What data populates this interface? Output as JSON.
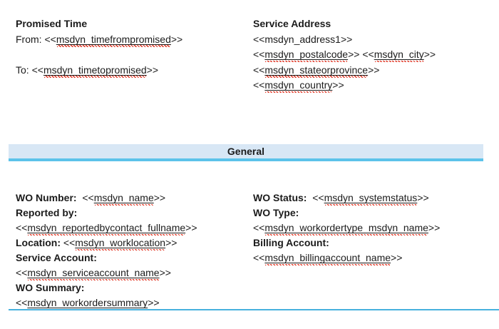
{
  "page": {
    "background": "#ffffff",
    "text_color": "#1b1b1b"
  },
  "colors": {
    "banner_bg": "#d8e7f5",
    "banner_border": "#5cc3ea",
    "divider": "#47b1de",
    "squiggle": "#e0301e"
  },
  "banner": {
    "label": "General"
  },
  "sections": {
    "top_left": {
      "title": "Promised Time",
      "lines": [
        [
          {
            "t": "Promised Time",
            "b": true
          }
        ],
        [
          {
            "t": "From: "
          },
          {
            "t": "<<"
          },
          {
            "t": "msdyn_timefrompromised",
            "u": true,
            "sq": true
          },
          {
            "t": ">>"
          }
        ],
        [],
        [
          {
            "t": "To: "
          },
          {
            "t": "<<"
          },
          {
            "t": "msdyn_timetopromised",
            "u": true,
            "sq": true
          },
          {
            "t": ">>"
          }
        ]
      ]
    },
    "top_right": {
      "title": "Service Address",
      "lines": [
        [
          {
            "t": "Service Address",
            "b": true
          }
        ],
        [
          {
            "t": "<<msdyn_address1>>"
          }
        ],
        [
          {
            "t": "<<"
          },
          {
            "t": "msdyn_postalcode",
            "u": true,
            "sq": true
          },
          {
            "t": ">> <<"
          },
          {
            "t": "msdyn_city",
            "u": true,
            "sq": true
          },
          {
            "t": ">>"
          }
        ],
        [
          {
            "t": "<<"
          },
          {
            "t": "msdyn_stateorprovince",
            "u": true,
            "sq": true
          },
          {
            "t": ">>"
          }
        ],
        [
          {
            "t": "<<"
          },
          {
            "t": "msdyn_country",
            "u": true,
            "sq": true
          },
          {
            "t": ">>"
          }
        ]
      ]
    },
    "general_left": {
      "lines": [
        [
          {
            "t": "WO Number:",
            "b": true
          },
          {
            "t": "  <<"
          },
          {
            "t": "msdyn_name",
            "u": true,
            "sq": true
          },
          {
            "t": ">>"
          }
        ],
        [
          {
            "t": "Reported by:",
            "b": true
          }
        ],
        [
          {
            "t": "<<"
          },
          {
            "t": "msdyn_reportedbycontact_fullname",
            "u": true,
            "sq": true
          },
          {
            "t": ">>"
          }
        ],
        [
          {
            "t": "Location:",
            "b": true
          },
          {
            "t": " <<"
          },
          {
            "t": "msdyn_worklocation",
            "u": true,
            "sq": true
          },
          {
            "t": ">>"
          }
        ],
        [
          {
            "t": "Service Account:",
            "b": true
          }
        ],
        [
          {
            "t": "<<"
          },
          {
            "t": "msdyn_serviceaccount_name",
            "u": true,
            "sq": true
          },
          {
            "t": ">>"
          }
        ],
        [
          {
            "t": "WO Summary:",
            "b": true
          }
        ],
        [
          {
            "t": "<<"
          },
          {
            "t": "msdyn_workordersummary",
            "u": true,
            "sq": true
          },
          {
            "t": ">>"
          }
        ]
      ]
    },
    "general_right": {
      "lines": [
        [
          {
            "t": "WO Status:",
            "b": true
          },
          {
            "t": "  <<"
          },
          {
            "t": "msdyn_systemstatus",
            "u": true,
            "sq": true
          },
          {
            "t": ">>"
          }
        ],
        [
          {
            "t": "WO Type:",
            "b": true
          }
        ],
        [
          {
            "t": "<<"
          },
          {
            "t": "msdyn_workordertype_msdyn_name",
            "u": true,
            "sq": true
          },
          {
            "t": ">>"
          }
        ],
        [
          {
            "t": "Billing Account:",
            "b": true
          }
        ],
        [
          {
            "t": "<<"
          },
          {
            "t": "msdyn_billingaccount_name",
            "u": true,
            "sq": true
          },
          {
            "t": ">>"
          }
        ]
      ]
    }
  }
}
